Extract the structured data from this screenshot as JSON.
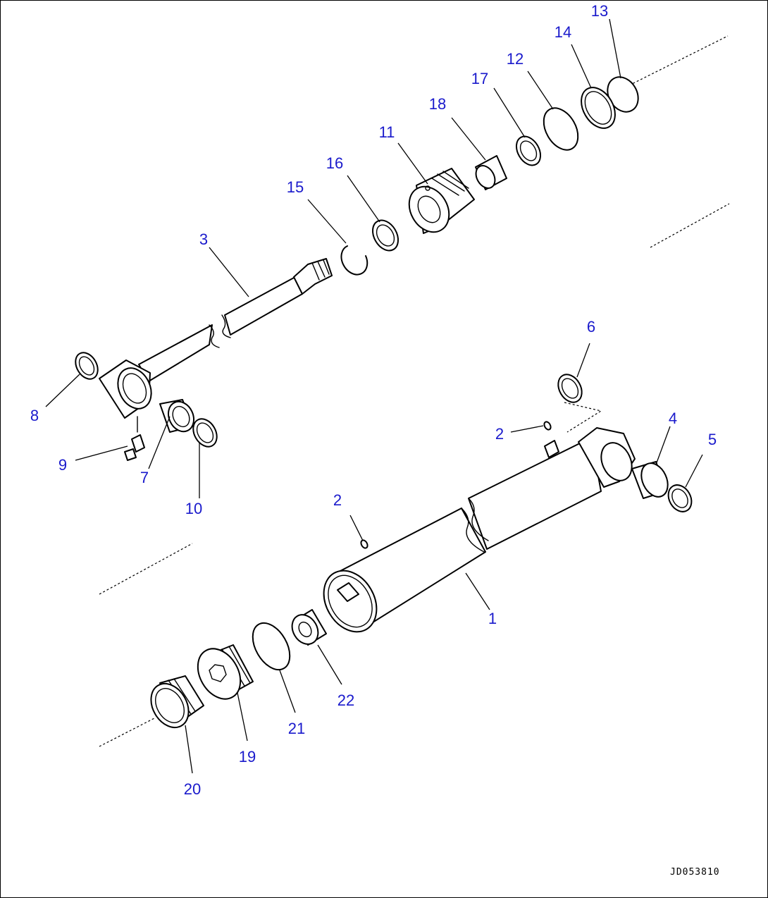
{
  "diagram": {
    "callouts": {
      "c1": "1",
      "c2a": "2",
      "c2b": "2",
      "c3": "3",
      "c4": "4",
      "c5": "5",
      "c6": "6",
      "c7": "7",
      "c8": "8",
      "c9": "9",
      "c10": "10",
      "c11": "11",
      "c12": "12",
      "c13": "13",
      "c14": "14",
      "c15": "15",
      "c16": "16",
      "c17": "17",
      "c18": "18",
      "c19": "19",
      "c20": "20",
      "c21": "21",
      "c22": "22"
    },
    "drawing_code": "JD053810"
  },
  "colors": {
    "callout": "#1a1acc",
    "line": "#000000",
    "background": "#ffffff"
  }
}
